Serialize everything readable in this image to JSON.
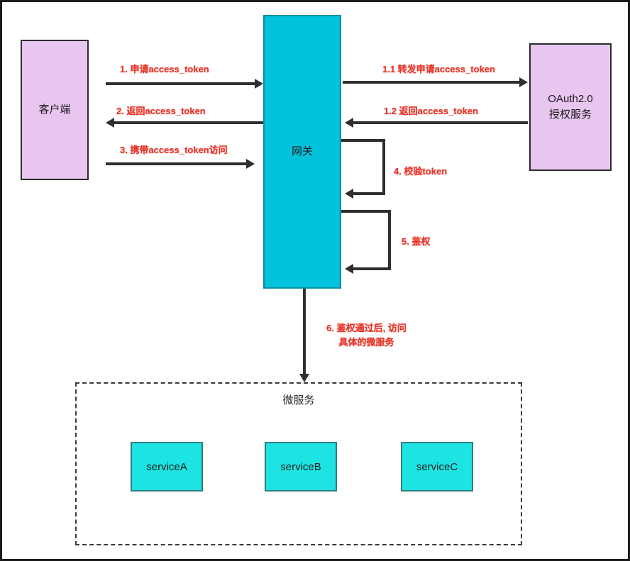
{
  "colors": {
    "gateway_fill": "#00c2dc",
    "service_fill": "#1ee3e3",
    "auth_node_fill": "#e9c6f0",
    "edge_label_red": "#e8372c",
    "arrow_dark": "#2f2f2f"
  },
  "nodes": {
    "client": {
      "label": "客户端"
    },
    "gateway": {
      "label": "网关"
    },
    "oauth": {
      "line1": "OAuth2.0",
      "line2": "授权服务"
    },
    "microservices": {
      "label": "微服务",
      "services": [
        {
          "label": "serviceA"
        },
        {
          "label": "serviceB"
        },
        {
          "label": "serviceC"
        }
      ]
    }
  },
  "edges": {
    "request_token": "1. 申请access_token",
    "forward_request": "1.1 转发申请access_token",
    "return_token_to_gateway": "1.2 返回access_token",
    "return_token_to_client": "2. 返回access_token",
    "access_with_token": "3. 携带access_token访问",
    "verify_token": "4. 校验token",
    "authorize": "5. 鉴权",
    "forward_to_service_line1": "6. 鉴权通过后, 访问",
    "forward_to_service_line2": "具体的微服务"
  }
}
